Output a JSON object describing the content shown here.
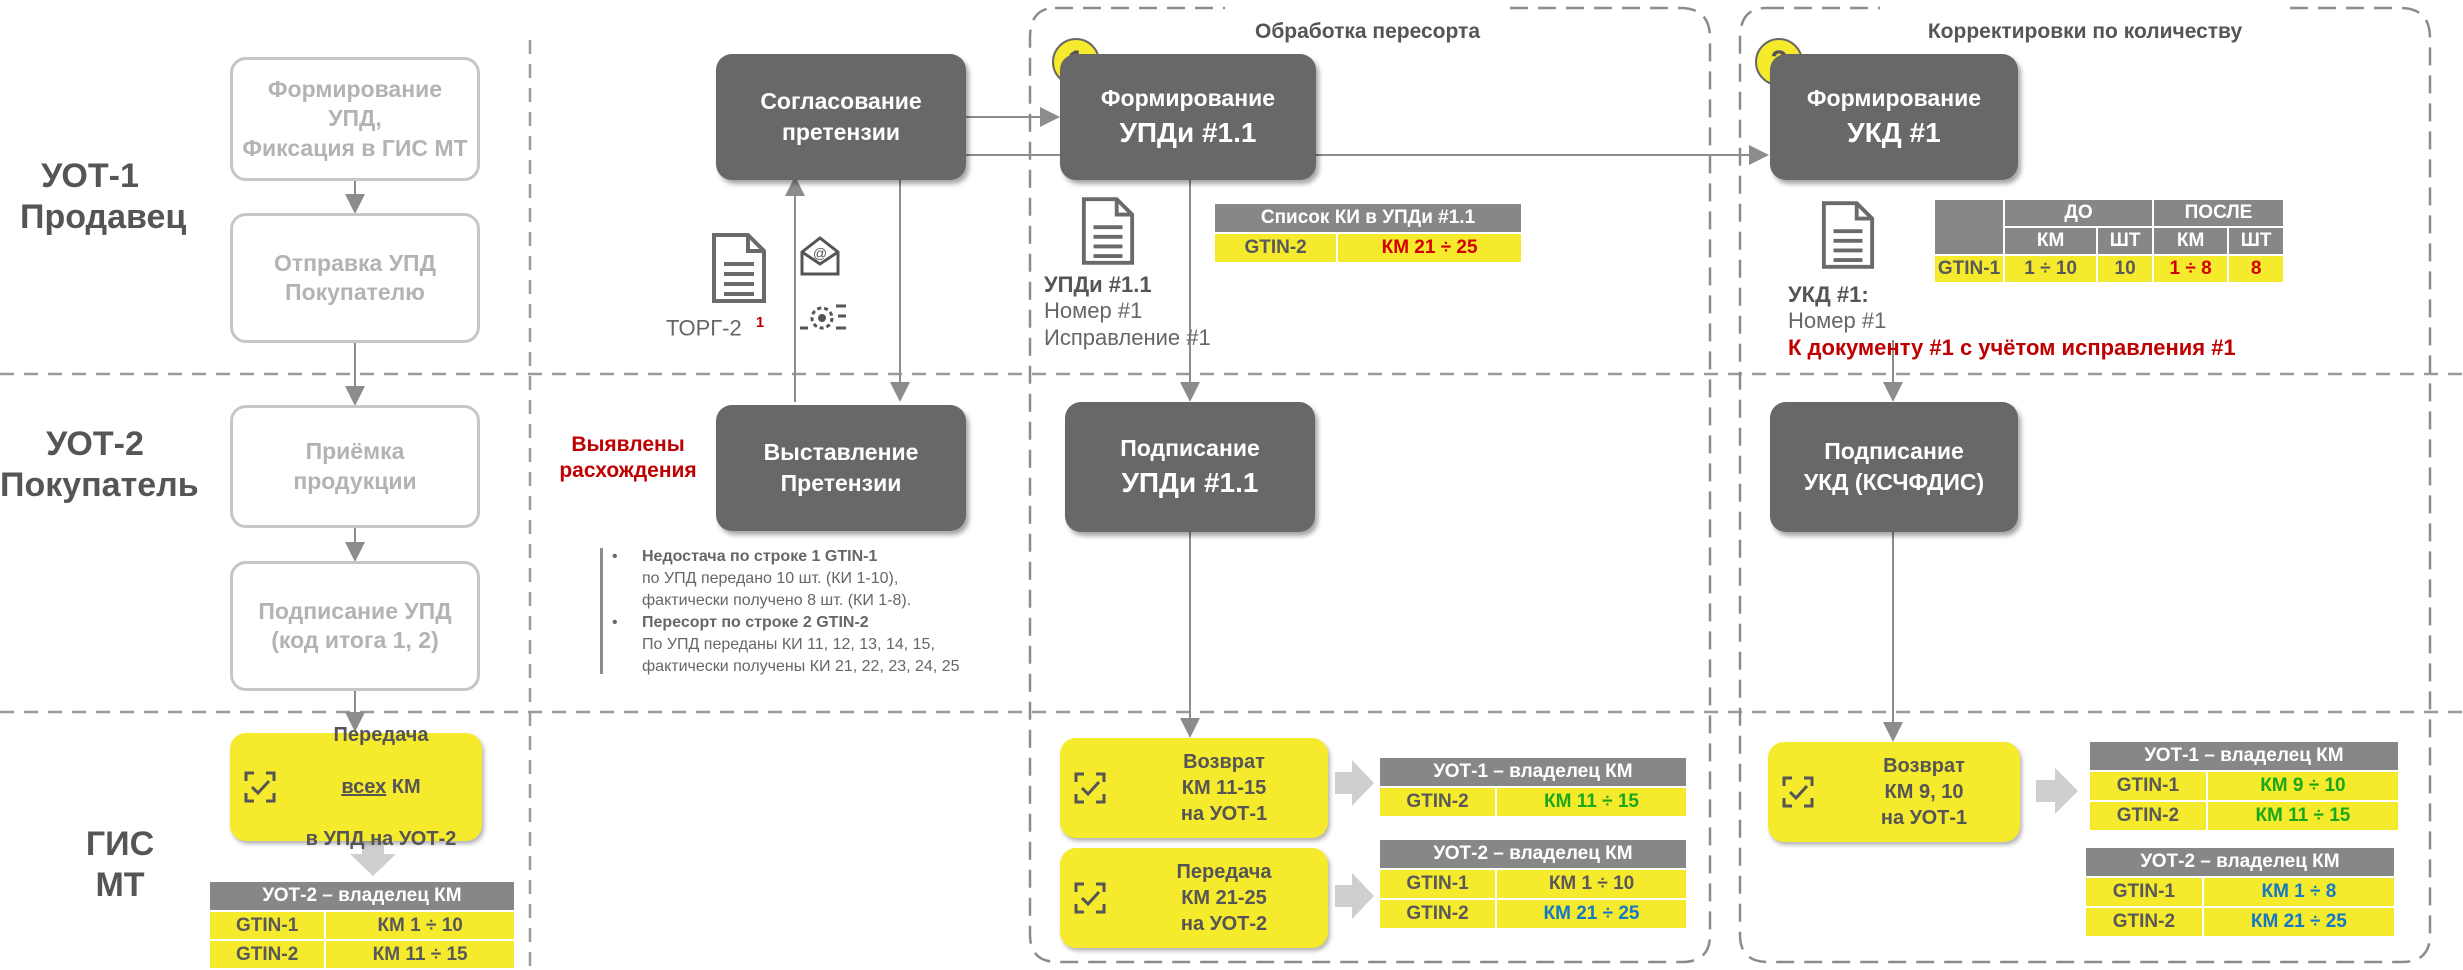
{
  "lanes": {
    "seller": {
      "title": "УОТ-1",
      "subtitle": "Продавец"
    },
    "buyer": {
      "title": "УОТ-2",
      "subtitle": "Покупатель"
    },
    "gis": {
      "title": "ГИС",
      "subtitle": "МТ"
    }
  },
  "regions": {
    "resort": {
      "title": "Обработка пересорта",
      "badge": "1"
    },
    "qty": {
      "title": "Корректировки по количеству",
      "badge": "2"
    }
  },
  "left_boxes": {
    "form_upd": "Формирование\nУПД,\nФиксация в ГИС МТ",
    "send_upd": "Отправка УПД\nПокупателю",
    "accept": "Приёмка\nпродукции",
    "sign_upd": "Подписание УПД\n(код итога 1, 2)"
  },
  "transfer_box": {
    "line1": "Передача",
    "line2": "всех",
    "line2b": " КМ",
    "line3": "в УПД на УОТ-2"
  },
  "owner_table_left": {
    "header": "УОТ-2 – владелец КМ",
    "rows": [
      [
        "GTIN-1",
        "КМ  1 ÷ 10"
      ],
      [
        "GTIN-2",
        "КМ 11 ÷ 15"
      ]
    ]
  },
  "claim": {
    "approve": "Согласование\nпретензии",
    "issue": "Выставление\nПретензии",
    "torg": "ТОРГ-2",
    "torg_sup": "1",
    "discrepancy": "Выявлены\nрасхождения"
  },
  "notes": [
    {
      "head": "Недостача по строке 1 GTIN-1",
      "lines": [
        "по УПД передано 10 шт. (КИ 1-10),",
        "фактически получено 8 шт. (КИ 1-8)."
      ]
    },
    {
      "head": "Пересорт по строке 2 GTIN-2",
      "lines": [
        "По УПД переданы КИ 11, 12, 13, 14, 15,",
        "фактически получены КИ 21, 22, 23, 24, 25"
      ]
    }
  ],
  "resort": {
    "form_line1": "Формирование",
    "form_line2": "УПДи #1.1",
    "sign_line1": "Подписание",
    "sign_line2": "УПДи #1.1",
    "doc_title": "УПДи #1.1",
    "doc_num": "Номер #1",
    "doc_fix": "Исправление #1",
    "ki_table": {
      "header": "Список КИ в УПДи #1.1",
      "row": [
        "GTIN-2",
        "КМ 21 ÷ 25"
      ]
    },
    "return_box": "Возврат\nКМ 11-15\nна УОТ-1",
    "transfer_box": "Передача\nКМ 21-25\nна УОТ-2",
    "owner1": {
      "header": "УОТ-1 – владелец КМ",
      "rows": [
        [
          "GTIN-2",
          "КМ 11 ÷ 15"
        ]
      ]
    },
    "owner2": {
      "header": "УОТ-2 – владелец КМ",
      "rows": [
        [
          "GTIN-1",
          "КМ  1 ÷ 10"
        ],
        [
          "GTIN-2",
          "КМ 21 ÷ 25"
        ]
      ]
    }
  },
  "qty": {
    "form_line1": "Формирование",
    "form_line2": "УКД #1",
    "sign": "Подписание\nУКД (КСЧФДИС)",
    "doc_title": "УКД #1:",
    "doc_num": "Номер #1",
    "doc_ref": "К документу #1 с учётом исправления #1",
    "before_after": {
      "before": "ДО",
      "after": "ПОСЛЕ",
      "gtin": "GTIN-1",
      "km": "КМ",
      "sht": "ШТ",
      "before_km": "1 ÷ 10",
      "before_sht": "10",
      "after_km": "1 ÷ 8",
      "after_sht": "8"
    },
    "return_box": "Возврат\nКМ  9, 10\nна УОТ-1",
    "owner1": {
      "header": "УОТ-1 – владелец КМ",
      "rows": [
        [
          "GTIN-1",
          "КМ  9 ÷ 10"
        ],
        [
          "GTIN-2",
          "КМ 11 ÷ 15"
        ]
      ]
    },
    "owner2": {
      "header": "УОТ-2 – владелец КМ",
      "rows": [
        [
          "GTIN-1",
          "КМ  1 ÷ 8"
        ],
        [
          "GTIN-2",
          "КМ 21 ÷ 25"
        ]
      ]
    }
  },
  "colors": {
    "yellow": "#f6ea2d",
    "dark": "#686868",
    "gray_header": "#878787",
    "red": "#c00000",
    "green": "#1aa81a",
    "blue": "#1478c8"
  }
}
